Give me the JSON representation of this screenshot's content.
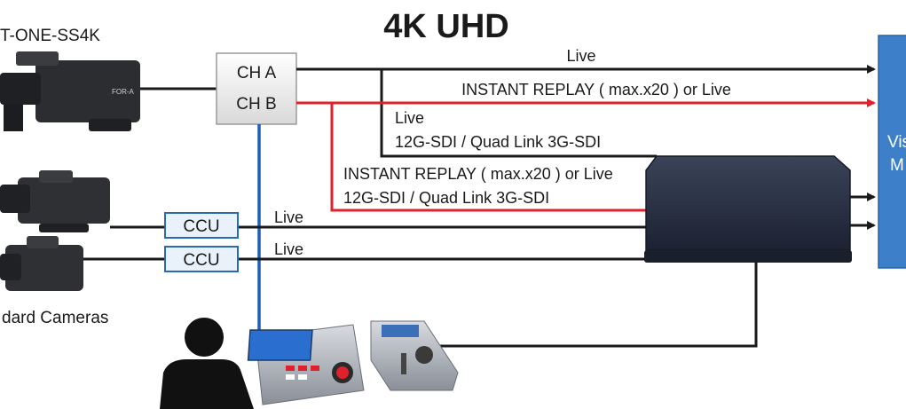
{
  "title": "4K UHD",
  "camera_main_label": "T-ONE-SS4K",
  "camera_brand": "FOR-A",
  "standard_cameras_label": "dard Cameras",
  "channels": {
    "a": "CH A",
    "b": "CH B"
  },
  "ccu_labels": [
    "CCU",
    "CCU"
  ],
  "signals": {
    "live_top": "Live",
    "replay_top": "INSTANT REPLAY ( max.x20 ) or Live",
    "live_mid": "Live",
    "sdi_mid": "12G-SDI / Quad Link 3G-SDI",
    "replay_mid": "INSTANT REPLAY ( max.x20 ) or Live",
    "sdi_replay": "12G-SDI / Quad Link 3G-SDI",
    "live_ccu1": "Live",
    "live_ccu2": "Live"
  },
  "switcher_partial": {
    "line1": "Vis",
    "line2": "M"
  },
  "colors": {
    "black_line": "#1a1a1a",
    "red_line": "#e0202a",
    "blue_line": "#1f5fb5",
    "ccu_border": "#2a6ab5",
    "switcher": "#3d80c9"
  }
}
